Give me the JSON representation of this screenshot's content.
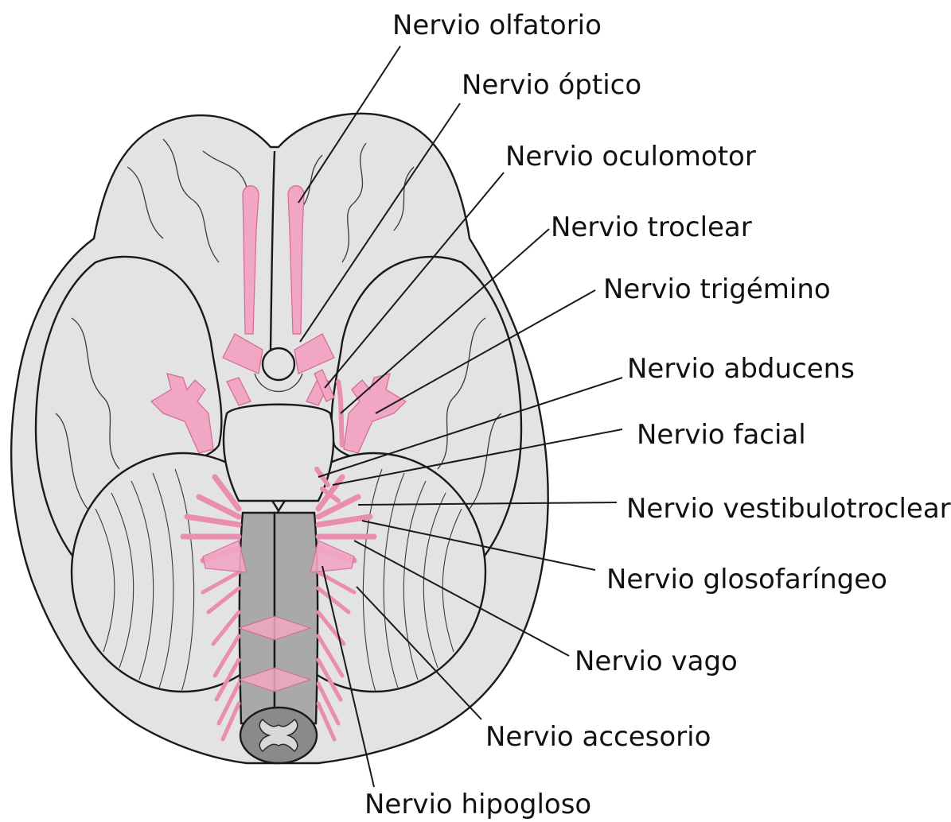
{
  "colors": {
    "brain": "#e3e3e3",
    "outline": "#1a1a1a",
    "nerve": "#f1a7c4",
    "nerve_stroke": "#d46a94",
    "spinal_cord": "#a9a9a9",
    "spinal_section": "#8a8a8a"
  },
  "labels": {
    "olfactory": "Nervio olfatorio",
    "optic": "Nervio óptico",
    "oculomotor": "Nervio oculomotor",
    "trochlear": "Nervio troclear",
    "trigeminal": "Nervio trigémino",
    "abducens": "Nervio abducens",
    "facial": "Nervio facial",
    "vestibulocochlear": "Nervio vestibulotroclear",
    "glossopharyngeal": "Nervio glosofaríngeo",
    "vagus": "Nervio vago",
    "accessory": "Nervio accesorio",
    "hypoglossal": "Nervio hipogloso"
  }
}
